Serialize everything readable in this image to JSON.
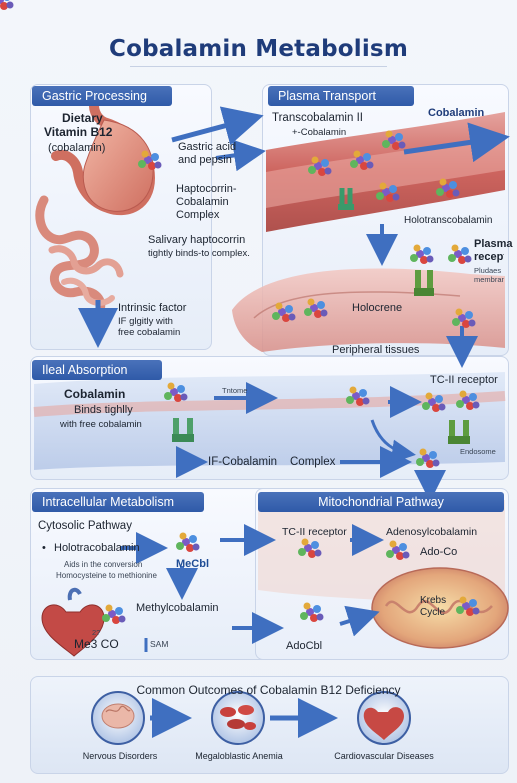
{
  "title": "Cobalamin Metabolism",
  "sections": {
    "gastric": {
      "header": "Gastric Processing",
      "dietary_line1": "Dietary",
      "dietary_line2": "Vitamin B12",
      "dietary_line3": "(cobalamin)",
      "acid_line1": "Gastric acid",
      "acid_line2": "and pepsin",
      "hapto_line1": "Haptocorrin-",
      "hapto_line2": "Cobalamin",
      "hapto_line3": "Complex",
      "salivary_line1": "Salivary haptocorrin",
      "salivary_line2": "tightly binds-to complex.",
      "intrinsic_line1": "Intrinsic factor",
      "intrinsic_line2": "IF glgitly with",
      "intrinsic_line3": "free cobalamin"
    },
    "plasma": {
      "header": "Plasma Transport",
      "cobalamin_label": "Cobalamin",
      "tc2_line1": "Transcobalamin II",
      "tc2_line2": "+-Cobalamin",
      "holo_label": "Holotranscobalamin",
      "receptor_line1": "Plasma",
      "receptor_line2": "receptor",
      "receptor_line3": "Pludaes",
      "receptor_line4": "membrane",
      "holocrene": "Holocrene",
      "peripheral": "Peripheral tissues"
    },
    "ileal": {
      "header": "Ileal Absorption",
      "cobalamin": "Cobalamin",
      "binds": "Binds tighlly",
      "free": "with free cobalamin",
      "tntome": "Tntome",
      "tc2_receptor": "TC-II receptor",
      "endosome": "Endosome",
      "if_complex_a": "IF-Cobalamin",
      "if_complex_b": "Complex"
    },
    "intracellular": {
      "header": "Intracellular Metabolism",
      "cytosolic": "Cytosolic Pathway",
      "holotrans": "Holotracobalamin",
      "mecbl": "MeCbl",
      "aids_line1": "Aids in the conversion",
      "aids_line2": "Homocysteine to methionine",
      "methyl": "Methylcobalamin",
      "me3": "Me3 CO",
      "me3_sup": "2?",
      "sam": "SAM"
    },
    "mito": {
      "header": "Mitochondrial Pathway",
      "tc2_receptor": "TC-II receptor",
      "adenosyl": "Adenosylcobalamin",
      "adoco": "Ado-Co",
      "adocbl": "AdoCbl",
      "krebs_line1": "Krebs",
      "krebs_line2": "Cycle"
    },
    "outcomes": {
      "header": "Common Outcomes of Cobalamin B12 Deficiency",
      "items": [
        "Nervous Disorders",
        "Megaloblastic Anemia",
        "Cardiovascular Diseases"
      ]
    }
  },
  "colors": {
    "header_blue": "#2f5aa8",
    "title_blue": "#1f3c7a",
    "arrow_blue": "#3f6fc0",
    "tissue_pink": "#e7a7a2",
    "vessel_red": "#c8524c"
  },
  "icons": [
    "stomach-icon",
    "intestine-icon",
    "molecule-cluster-icon",
    "receptor-icon",
    "heart-icon",
    "brain-icon",
    "red-blood-cells-icon",
    "mitochondrion-icon"
  ]
}
